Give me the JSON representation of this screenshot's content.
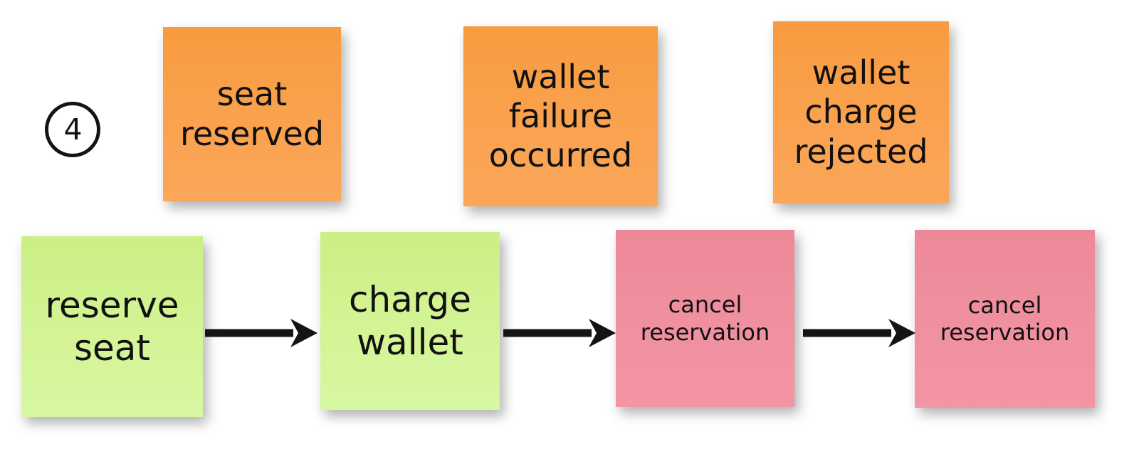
{
  "diagram": {
    "title_step": "4",
    "background_color": "#ffffff",
    "colors": {
      "orange_note": "#f99e43",
      "green_note": "#d2f391",
      "pink_note": "#ef8f9e",
      "arrow": "#141414",
      "text": "#111111"
    },
    "step_badge": {
      "label": "4"
    },
    "events": [
      {
        "id": "event-seat-reserved",
        "label": "seat\nreserved",
        "color": "orange"
      },
      {
        "id": "event-wallet-failure",
        "label": "wallet\nfailure\noccurred",
        "color": "orange"
      },
      {
        "id": "event-wallet-rejected",
        "label": "wallet\ncharge\nrejected",
        "color": "orange"
      }
    ],
    "commands": [
      {
        "id": "command-reserve-seat",
        "label": "reserve\nseat",
        "color": "green"
      },
      {
        "id": "command-charge-wallet",
        "label": "charge\nwallet",
        "color": "green"
      },
      {
        "id": "command-cancel-reservation-1",
        "label": "cancel\nreservation",
        "color": "pink"
      },
      {
        "id": "command-cancel-reservation-2",
        "label": "cancel\nreservation",
        "color": "pink"
      }
    ],
    "arrows": [
      {
        "id": "arrow-reserve-to-charge",
        "from": "reserve seat",
        "to": "charge wallet"
      },
      {
        "id": "arrow-charge-to-cancel-1",
        "from": "charge wallet",
        "to": "cancel reservation"
      },
      {
        "id": "arrow-cancel-1-to-cancel-2",
        "from": "cancel reservation",
        "to": "cancel reservation"
      }
    ]
  }
}
